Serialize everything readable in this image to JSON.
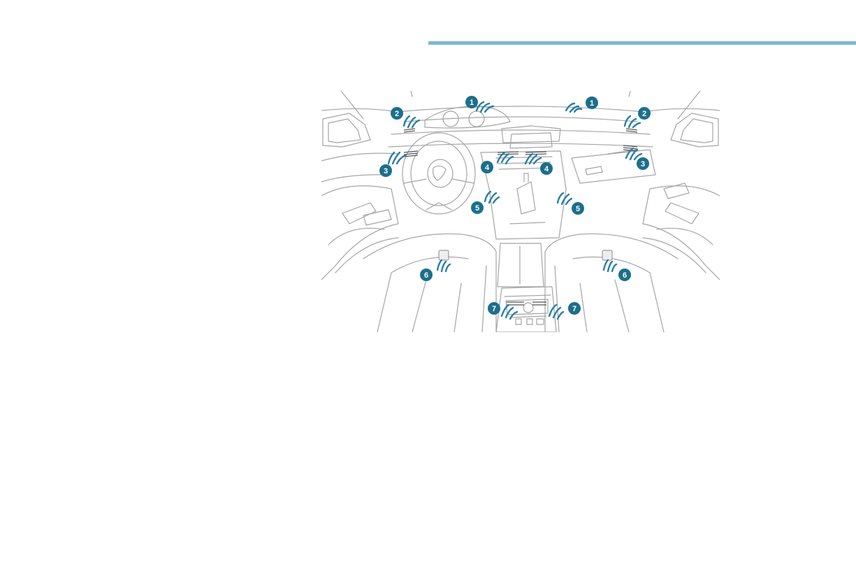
{
  "colors": {
    "accent_rule": "#7ab8d6",
    "badge_fill": "#1c6f8c",
    "airflow": "#2b7fa5",
    "line_art": "#9a9a9a"
  },
  "diagram": {
    "markers": [
      {
        "label": "1",
        "group": "windscreen-demisting-vent"
      },
      {
        "label": "1",
        "group": "windscreen-demisting-vent"
      },
      {
        "label": "2",
        "group": "side-window-demisting-vent"
      },
      {
        "label": "2",
        "group": "side-window-demisting-vent"
      },
      {
        "label": "3",
        "group": "side-air-vent"
      },
      {
        "label": "3",
        "group": "side-air-vent"
      },
      {
        "label": "4",
        "group": "central-air-vent"
      },
      {
        "label": "4",
        "group": "central-air-vent"
      },
      {
        "label": "5",
        "group": "front-footwell-outlet"
      },
      {
        "label": "5",
        "group": "front-footwell-outlet"
      },
      {
        "label": "6",
        "group": "rear-footwell-outlet"
      },
      {
        "label": "6",
        "group": "rear-footwell-outlet"
      },
      {
        "label": "7",
        "group": "rear-air-vent"
      },
      {
        "label": "7",
        "group": "rear-air-vent"
      }
    ]
  }
}
